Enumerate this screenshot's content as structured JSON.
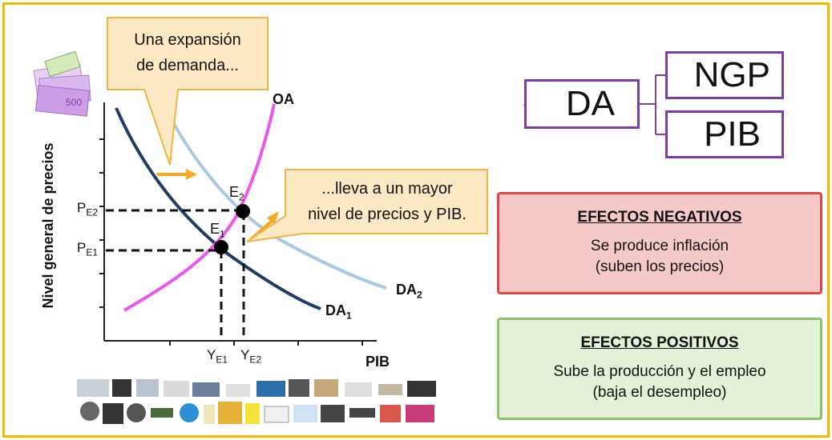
{
  "callouts": {
    "top": {
      "line1": "Una expansión",
      "line2": "de demanda..."
    },
    "mid": {
      "line1": "...lleva a un mayor",
      "line2": "nivel de precios y PIB."
    }
  },
  "diagram": {
    "y_axis_label": "Nivel general de precios",
    "x_axis_label": "PIB",
    "curves": {
      "oa": "OA",
      "da1": "DA",
      "da1_sub": "1",
      "da2": "DA",
      "da2_sub": "2"
    },
    "points": {
      "e1": "E",
      "e1_sub": "1",
      "e2": "E",
      "e2_sub": "2"
    },
    "ticks": {
      "pe2": "P",
      "pe2_sub": "E2",
      "pe1": "P",
      "pe1_sub": "E1",
      "ye1": "Y",
      "ye1_sub": "E1",
      "ye2": "Y",
      "ye2_sub": "E2"
    }
  },
  "flow": {
    "da": "DA",
    "ngp": "NGP",
    "pib": "PIB"
  },
  "negative": {
    "title": "EFECTOS NEGATIVOS",
    "line1": "Se produce inflación",
    "line2": "(suben los precios)"
  },
  "positive": {
    "title": "EFECTOS POSITIVOS",
    "line1": "Sube la producción y el empleo",
    "line2": "(baja el desempleo)"
  },
  "colors": {
    "frame": "#f5b800",
    "oa": "#ee55ee",
    "da1": "#1f3b66",
    "da2": "#a9c8e6",
    "callout_fill": "#fde9c4",
    "callout_border": "#f0b540",
    "arrow_orange": "#f3a922",
    "neg_fill": "#f6c9c9",
    "neg_border": "#e0454a",
    "pos_fill": "#e3f1d6",
    "pos_border": "#8bc36a",
    "arrow_up_red": "#e8231a",
    "arrow_up_green": "#8cc152",
    "purple": "#7b3fa2"
  },
  "icons": [
    "money-icon",
    "products-collage-icon"
  ]
}
